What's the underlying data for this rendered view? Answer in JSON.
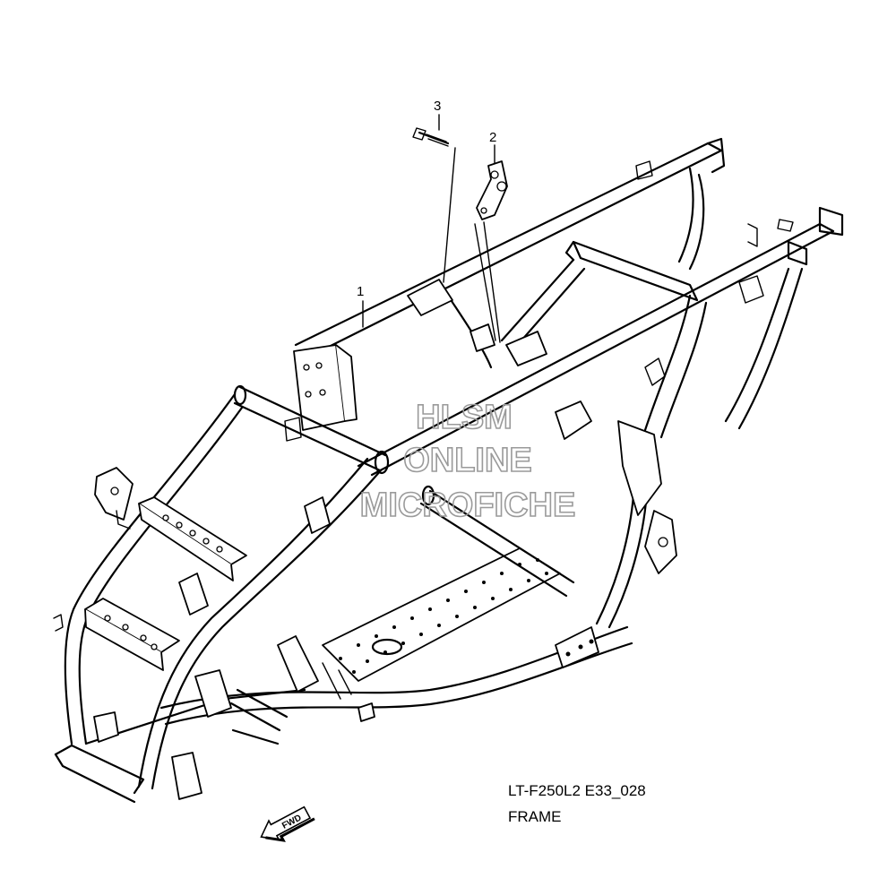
{
  "callouts": [
    {
      "number": "1",
      "part": "frame"
    },
    {
      "number": "2",
      "part": "bracket"
    },
    {
      "number": "3",
      "part": "bolt"
    }
  ],
  "watermark": {
    "line1": "HLSM",
    "line2": "ONLINE",
    "line3": "MICROFICHE",
    "color": "#9a9a9a"
  },
  "caption": {
    "model_code": "LT-F250L2 E33_028",
    "title": "FRAME"
  },
  "fwd_arrow": {
    "label": "FWD"
  }
}
